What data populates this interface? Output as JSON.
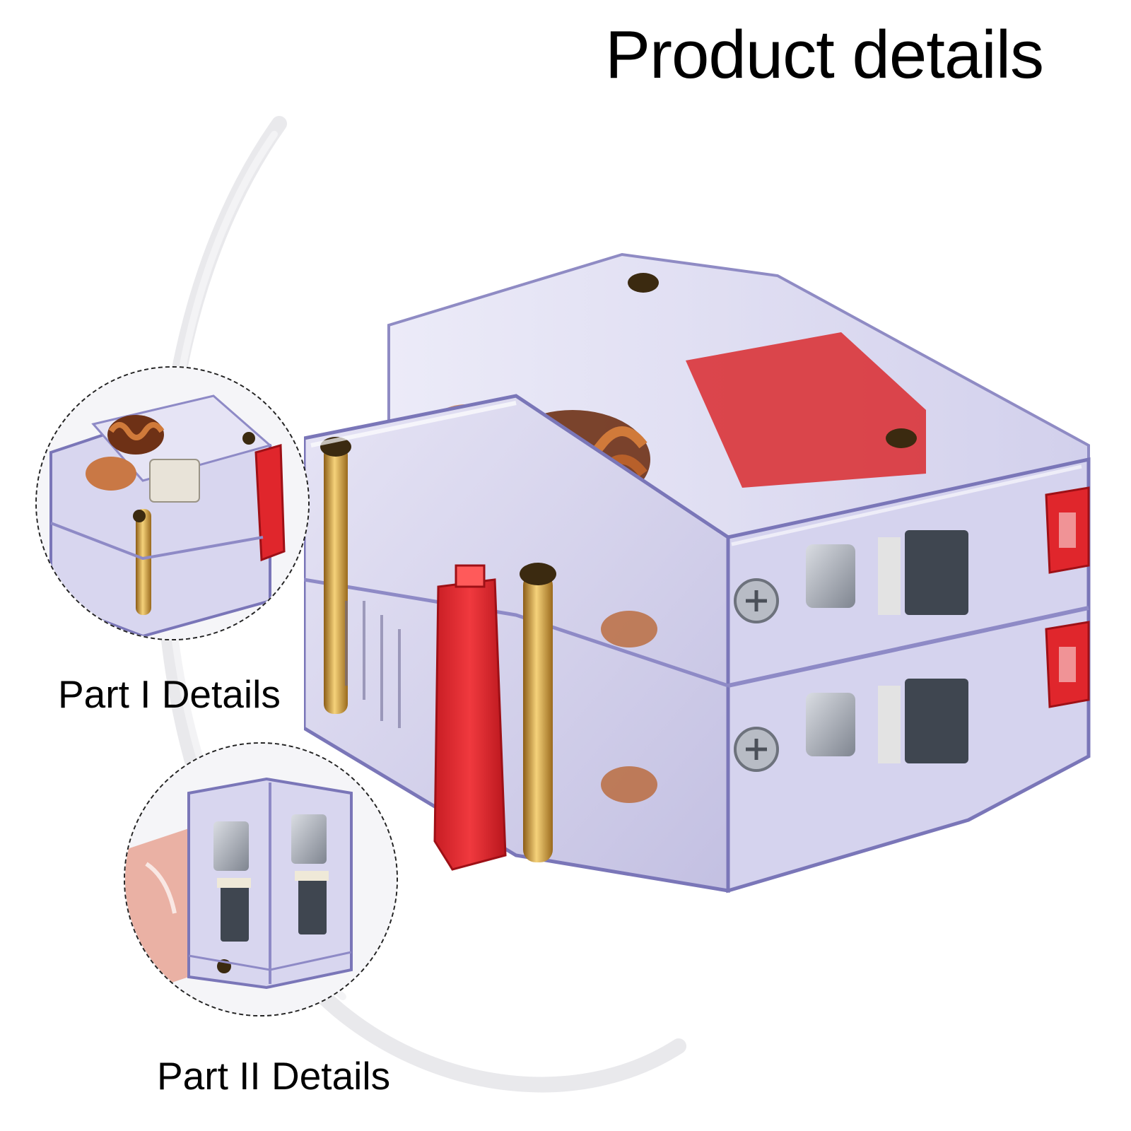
{
  "page": {
    "title": "Product details"
  },
  "details": [
    {
      "label": "Part I Details"
    },
    {
      "label": "Part II Details"
    }
  ],
  "colors": {
    "background": "#ffffff",
    "title": "#000000",
    "housing_transparent": "#c8c6e6",
    "housing_edge": "#7a76b8",
    "handle_red": "#e0262c",
    "copper": "#b8602a",
    "brass": "#d4a23a",
    "steel": "#a8adb6",
    "dashed_border": "#222222"
  }
}
